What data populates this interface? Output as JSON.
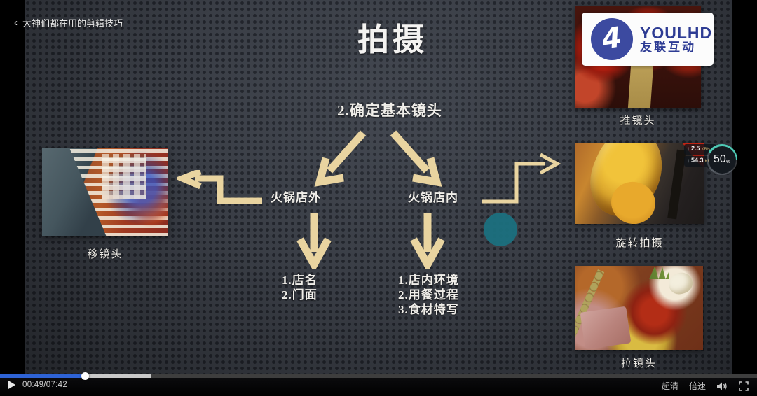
{
  "player": {
    "back_chevron": "‹",
    "back_title": "大神们都在用的剪辑技巧",
    "time": "00:49/07:42",
    "quality_label": "超清",
    "speed_label": "倍速",
    "progress_percent": 11,
    "buffer_percent": 20
  },
  "slide": {
    "title": "拍摄",
    "subtitle": "2.确定基本镜头",
    "branch_left": "火锅店外",
    "branch_right": "火锅店内",
    "list_left": [
      "1.店名",
      "2.门面"
    ],
    "list_right": [
      "1.店内环境",
      "2.用餐过程",
      "3.食材特写"
    ],
    "thumb_label_left": "移镜头",
    "thumb_label_top_right": "推镜头",
    "thumb_label_mid_right": "旋转拍摄",
    "thumb_label_bottom_right": "拉镜头"
  },
  "logo": {
    "monogram": "4",
    "brand": "YOULHD",
    "brand_cn": "友联互动"
  },
  "overlay": {
    "up_arrow": "↑",
    "up_value": "2.5",
    "up_unit": "KB/s",
    "down_arrow": "↓",
    "down_value": "54.3",
    "down_unit": "KB/s",
    "battery_value": "50",
    "battery_unit": "%"
  },
  "colors": {
    "accent_blue": "#2e63d6",
    "arrow_tan": "#e9d4a0",
    "teal_dot": "#1c6f7e",
    "logo_blue": "#3c4aa0",
    "battery_ring": "#4ec9b4"
  }
}
